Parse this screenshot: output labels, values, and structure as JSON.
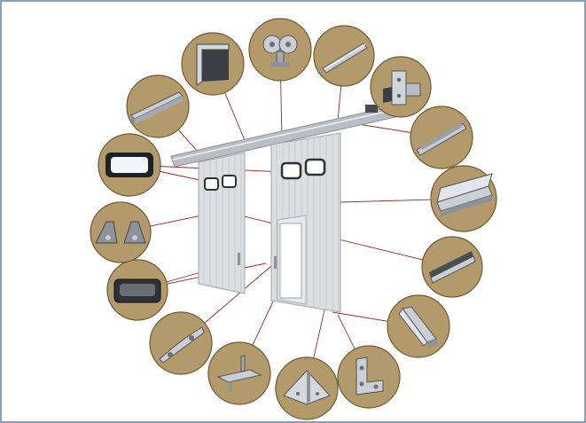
{
  "diagram": {
    "subject": "sliding-door-hardware-components",
    "colors": {
      "frame_border": "#5c7fa8",
      "circle_fill": "#b39a6b",
      "circle_stroke": "#6e5a36",
      "leader_line": "#9b2b2b",
      "door_panel": "#dcdee0",
      "door_stripe": "#c7cacd",
      "track": "#b9bec3",
      "part_metal": "#c9cfd5",
      "part_dark": "#46494d"
    },
    "components": [
      {
        "id": "wall-bracket",
        "icon": "bent-bracket-icon"
      },
      {
        "id": "roller-trolley",
        "icon": "roller-trolley-icon"
      },
      {
        "id": "top-rail-bar",
        "icon": "rail-bar-icon"
      },
      {
        "id": "track-end-bracket",
        "icon": "end-bracket-icon"
      },
      {
        "id": "track-profile",
        "icon": "track-profile-icon"
      },
      {
        "id": "side-guide-channel",
        "icon": "guide-channel-icon"
      },
      {
        "id": "edge-strip",
        "icon": "edge-strip-icon"
      },
      {
        "id": "floor-guide-rail",
        "icon": "floor-rail-icon"
      },
      {
        "id": "angle-plate",
        "icon": "angle-plate-icon"
      },
      {
        "id": "corner-bracket",
        "icon": "corner-bracket-icon"
      },
      {
        "id": "floor-bracket",
        "icon": "floor-bracket-icon"
      },
      {
        "id": "door-handle",
        "icon": "handle-icon"
      },
      {
        "id": "recessed-pull",
        "icon": "recessed-pull-icon"
      },
      {
        "id": "bottom-seal",
        "icon": "seal-profile-icon"
      },
      {
        "id": "observation-window",
        "icon": "window-frame-icon"
      },
      {
        "id": "top-cover-profile",
        "icon": "cover-profile-icon"
      }
    ]
  }
}
